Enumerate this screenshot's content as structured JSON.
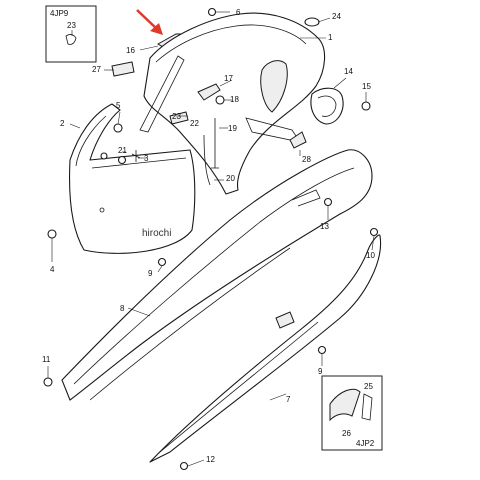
{
  "callouts": {
    "c1": "1",
    "c2": "2",
    "c3": "3",
    "c4": "4",
    "c5": "5",
    "c6": "6",
    "c7": "7",
    "c8": "8",
    "c9a": "9",
    "c9b": "9",
    "c10": "10",
    "c11": "11",
    "c12": "12",
    "c13": "13",
    "c14": "14",
    "c15": "15",
    "c16": "16",
    "c17": "17",
    "c18": "18",
    "c19": "19",
    "c20": "20",
    "c21": "21",
    "c22": "22",
    "c23a": "23",
    "c23b": "23",
    "c24": "24",
    "c25": "25",
    "c26": "26",
    "c27": "27",
    "c28": "28"
  },
  "inset_top_left": {
    "label": "4JP9",
    "part": "23"
  },
  "inset_bottom_right": {
    "label": "4JP2",
    "part_a": "25",
    "part_b": "26"
  },
  "watermark": "hirochi",
  "colors": {
    "arrow": "#e0392b",
    "line": "#1a1a1a"
  }
}
